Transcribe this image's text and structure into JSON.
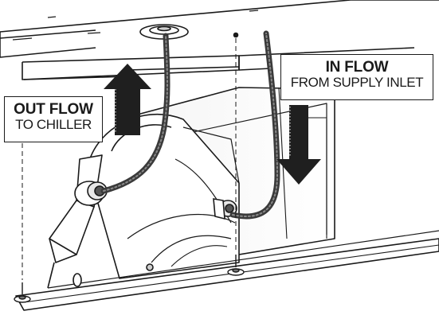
{
  "callouts": {
    "in_flow": {
      "heading": "IN FLOW",
      "detail": "FROM SUPPLY INLET"
    },
    "out_flow": {
      "heading": "OUT FLOW",
      "detail": "TO CHILLER"
    }
  },
  "colors": {
    "line": "#1a1a1a",
    "hose": "#3a3a3a",
    "arrow": "#1f1f1f",
    "background": "#ffffff"
  },
  "icons": {
    "up_arrow": "out-flow-arrow-icon",
    "down_arrow": "in-flow-arrow-icon"
  }
}
